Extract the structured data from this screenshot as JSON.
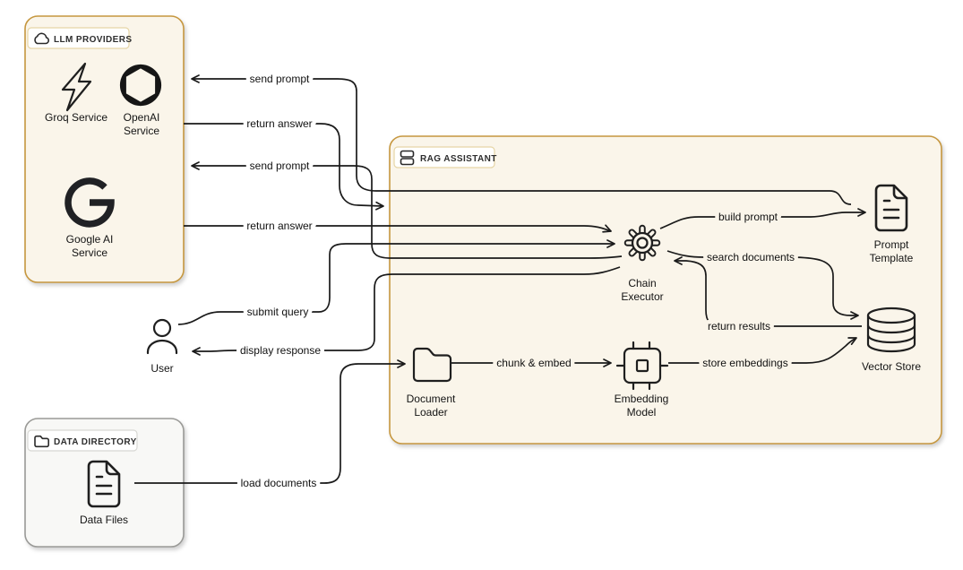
{
  "diagram_title": "RAG Assistant architecture diagram",
  "colors": {
    "group_accent": "#C6973F",
    "group_fill": "#FAF5EA",
    "data_group_border": "#9A9A97",
    "data_group_fill": "#F8F8F6",
    "edge_line": "#1A1A1A",
    "icon_stroke": "#1F1F1F"
  },
  "groups": {
    "llm": {
      "label": "LLM PROVIDERS",
      "icon": "cloud-icon"
    },
    "rag": {
      "label": "RAG ASSISTANT",
      "icon": "stack-icon"
    },
    "data": {
      "label": "DATA DIRECTORY",
      "icon": "folder-icon"
    }
  },
  "nodes": {
    "groq": {
      "label": "Groq Service",
      "line1": "Groq Service",
      "icon": "lightning-icon",
      "group": "llm"
    },
    "openai": {
      "label": "OpenAI Service",
      "line1": "OpenAI",
      "line2": "Service",
      "icon": "openai-logo-icon",
      "group": "llm"
    },
    "google": {
      "label": "Google AI Service",
      "line1": "Google AI",
      "line2": "Service",
      "icon": "google-g-icon",
      "group": "llm"
    },
    "user": {
      "label": "User",
      "line1": "User",
      "icon": "person-icon",
      "group": null
    },
    "chain_executor": {
      "label": "Chain Executor",
      "line1": "Chain",
      "line2": "Executor",
      "icon": "gear-icon",
      "group": "rag"
    },
    "prompt_template": {
      "label": "Prompt Template",
      "line1": "Prompt",
      "line2": "Template",
      "icon": "document-icon",
      "group": "rag"
    },
    "vector_store": {
      "label": "Vector Store",
      "line1": "Vector Store",
      "icon": "database-icon",
      "group": "rag"
    },
    "document_loader": {
      "label": "Document Loader",
      "line1": "Document",
      "line2": "Loader",
      "icon": "folder-icon",
      "group": "rag"
    },
    "embedding_model": {
      "label": "Embedding Model",
      "line1": "Embedding",
      "line2": "Model",
      "icon": "chip-icon",
      "group": "rag"
    },
    "data_files": {
      "label": "Data Files",
      "line1": "Data Files",
      "icon": "document-icon",
      "group": "data"
    }
  },
  "edges": {
    "send_prompt_openai": {
      "from": "chain_executor",
      "to": "openai",
      "label": "send prompt"
    },
    "return_answer_openai": {
      "from": "openai",
      "to": "rag_assistant",
      "label": "return answer"
    },
    "send_prompt_google": {
      "from": "chain_executor",
      "to": "google",
      "label": "send prompt"
    },
    "return_answer_google": {
      "from": "google",
      "to": "chain_executor",
      "label": "return answer"
    },
    "submit_query": {
      "from": "user",
      "to": "chain_executor",
      "label": "submit query"
    },
    "display_response": {
      "from": "chain_executor",
      "to": "user",
      "label": "display response"
    },
    "build_prompt": {
      "from": "chain_executor",
      "to": "prompt_template",
      "label": "build prompt"
    },
    "search_documents": {
      "from": "chain_executor",
      "to": "vector_store",
      "label": "search documents"
    },
    "return_results": {
      "from": "vector_store",
      "to": "chain_executor",
      "label": "return results"
    },
    "load_documents": {
      "from": "data_files",
      "to": "document_loader",
      "label": "load documents"
    },
    "chunk_embed": {
      "from": "document_loader",
      "to": "embedding_model",
      "label": "chunk & embed"
    },
    "store_embeddings": {
      "from": "embedding_model",
      "to": "vector_store",
      "label": "store embeddings"
    }
  }
}
